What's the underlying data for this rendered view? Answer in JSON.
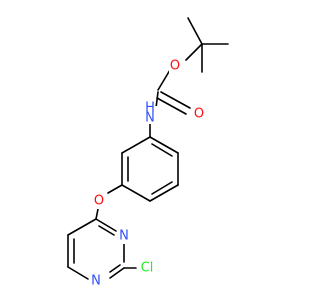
{
  "molecule": {
    "atoms": {
      "o_ester": {
        "label": "O",
        "color": "#ff0d0d"
      },
      "o_carbonyl": {
        "label": "O",
        "color": "#ff0d0d"
      },
      "nh": {
        "label": "H\nN",
        "line1": "H",
        "line2": "N",
        "color": "#3050f8"
      },
      "o_ether": {
        "label": "O",
        "color": "#ff0d0d"
      },
      "n_ring_a": {
        "label": "N",
        "color": "#3050f8"
      },
      "n_ring_b": {
        "label": "N",
        "color": "#3050f8"
      },
      "cl": {
        "label": "Cl",
        "color": "#1ff01f"
      }
    }
  }
}
